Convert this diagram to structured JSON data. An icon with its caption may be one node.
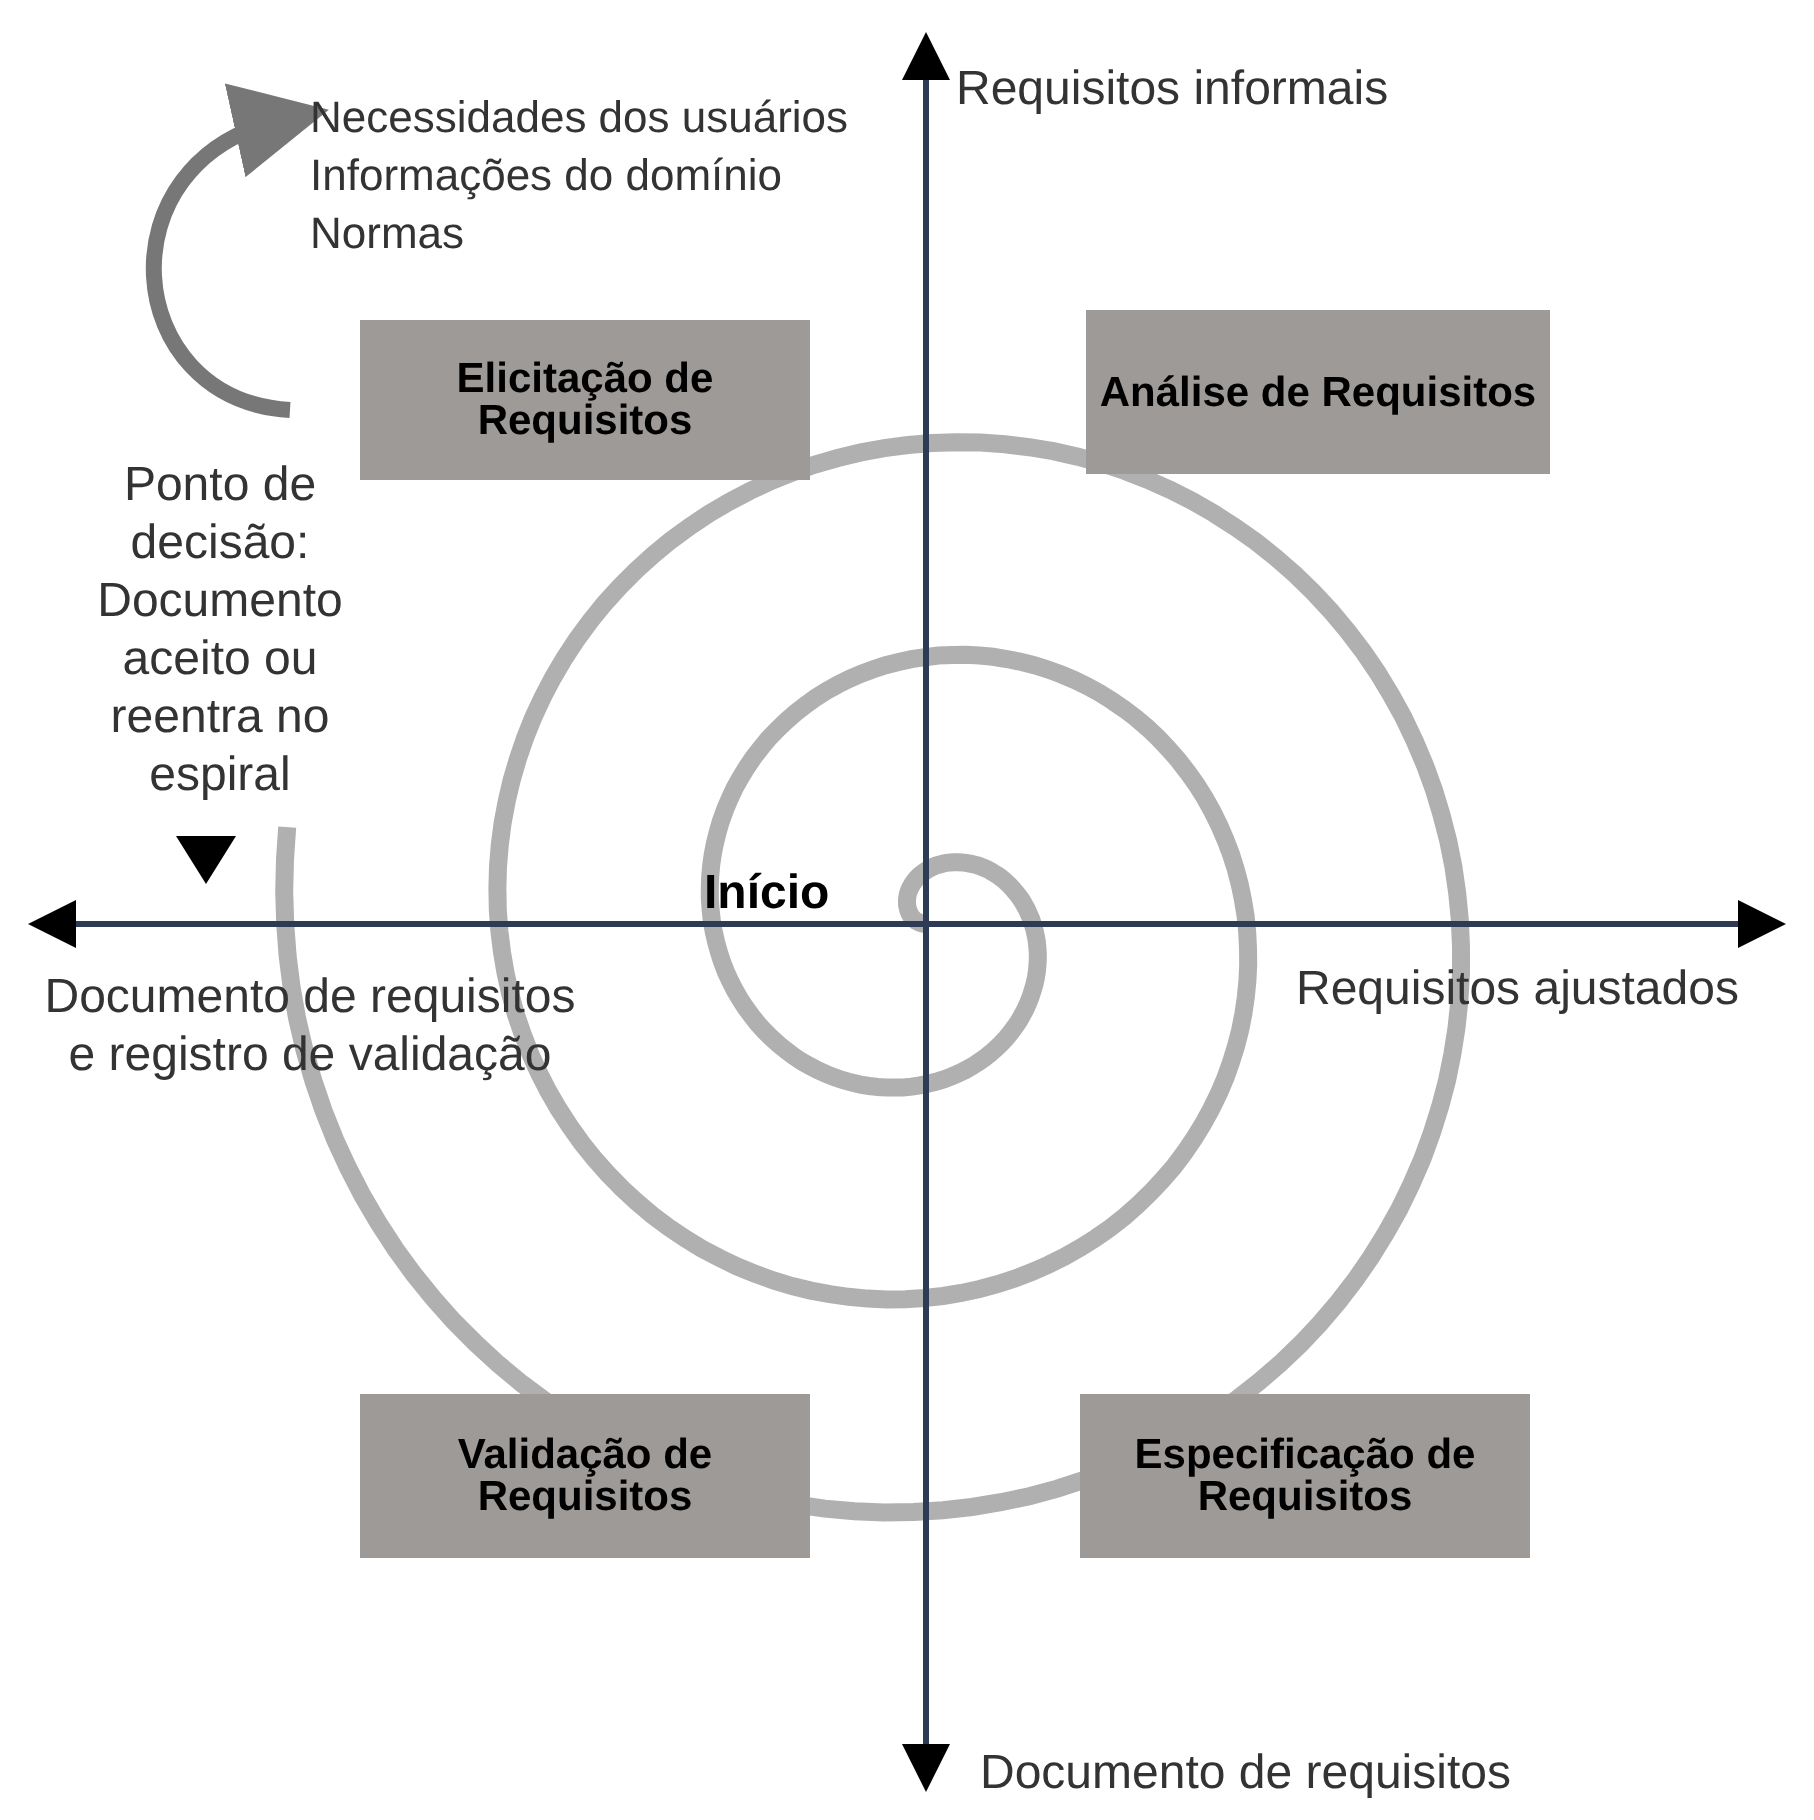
{
  "diagram": {
    "nodes": [
      {
        "text": [
          "Elicitação de Requisitos"
        ]
      },
      {
        "text": [
          "Análise de Requisitos"
        ]
      },
      {
        "text": [
          "Especificação de Requisitos"
        ]
      },
      {
        "text": [
          "Validação de Requisitos"
        ]
      },
      {
        "text": [
          "Necessidades dos usuários",
          "Informações do domínio",
          "Normas"
        ]
      }
    ],
    "edges": [
      {
        "from": null,
        "to": 4,
        "arrow": "to"
      }
    ],
    "labels": [
      "Requisitos informais",
      "Ponto de decisão: Documento aceito ou reentra no espiral",
      "Início",
      "Requisitos ajustados",
      "Documento de requisitos e registro de validação",
      "Documento de requisitos"
    ]
  }
}
